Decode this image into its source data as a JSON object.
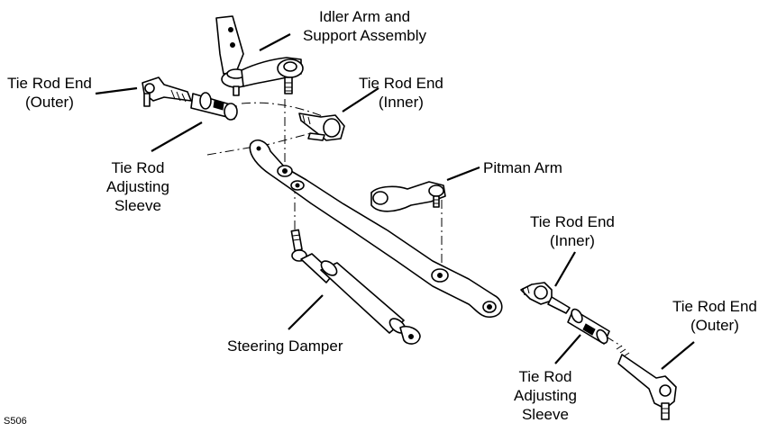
{
  "labels": {
    "idler_arm": [
      "Idler Arm and",
      "Support Assembly"
    ],
    "tie_rod_end_outer_left": [
      "Tie Rod End",
      "(Outer)"
    ],
    "tie_rod_end_inner_top": [
      "Tie Rod End",
      "(Inner)"
    ],
    "adjusting_sleeve_left": [
      "Tie Rod",
      "Adjusting",
      "Sleeve"
    ],
    "pitman_arm": "Pitman Arm",
    "tie_rod_end_inner_right": [
      "Tie Rod End",
      "(Inner)"
    ],
    "tie_rod_end_outer_right": [
      "Tie Rod End",
      "(Outer)"
    ],
    "steering_damper": "Steering Damper",
    "adjusting_sleeve_right": [
      "Tie Rod",
      "Adjusting",
      "Sleeve"
    ],
    "figure_code": "S506"
  },
  "colors": {
    "ink": "#000000",
    "paper": "#ffffff"
  }
}
